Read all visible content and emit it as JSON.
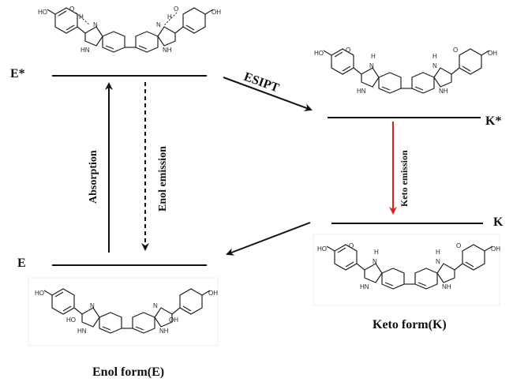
{
  "levels": {
    "e_star": "E*",
    "e": "E",
    "k_star": "K*",
    "k": "K"
  },
  "transitions": {
    "absorption": "Absorption",
    "enol_emission": "Enol emission",
    "esipt": "ESIPT",
    "keto_emission": "Keto emission"
  },
  "captions": {
    "enol_form": "Enol form(E)",
    "keto_form": "Keto form(K)"
  },
  "atoms": {
    "ho": "HO",
    "oh": "OH",
    "o": "O",
    "n": "N",
    "h": "H",
    "nh": "NH",
    "hn": "HN"
  },
  "colors": {
    "keto_emission_arrow": "#e02020",
    "ink": "#111111"
  }
}
